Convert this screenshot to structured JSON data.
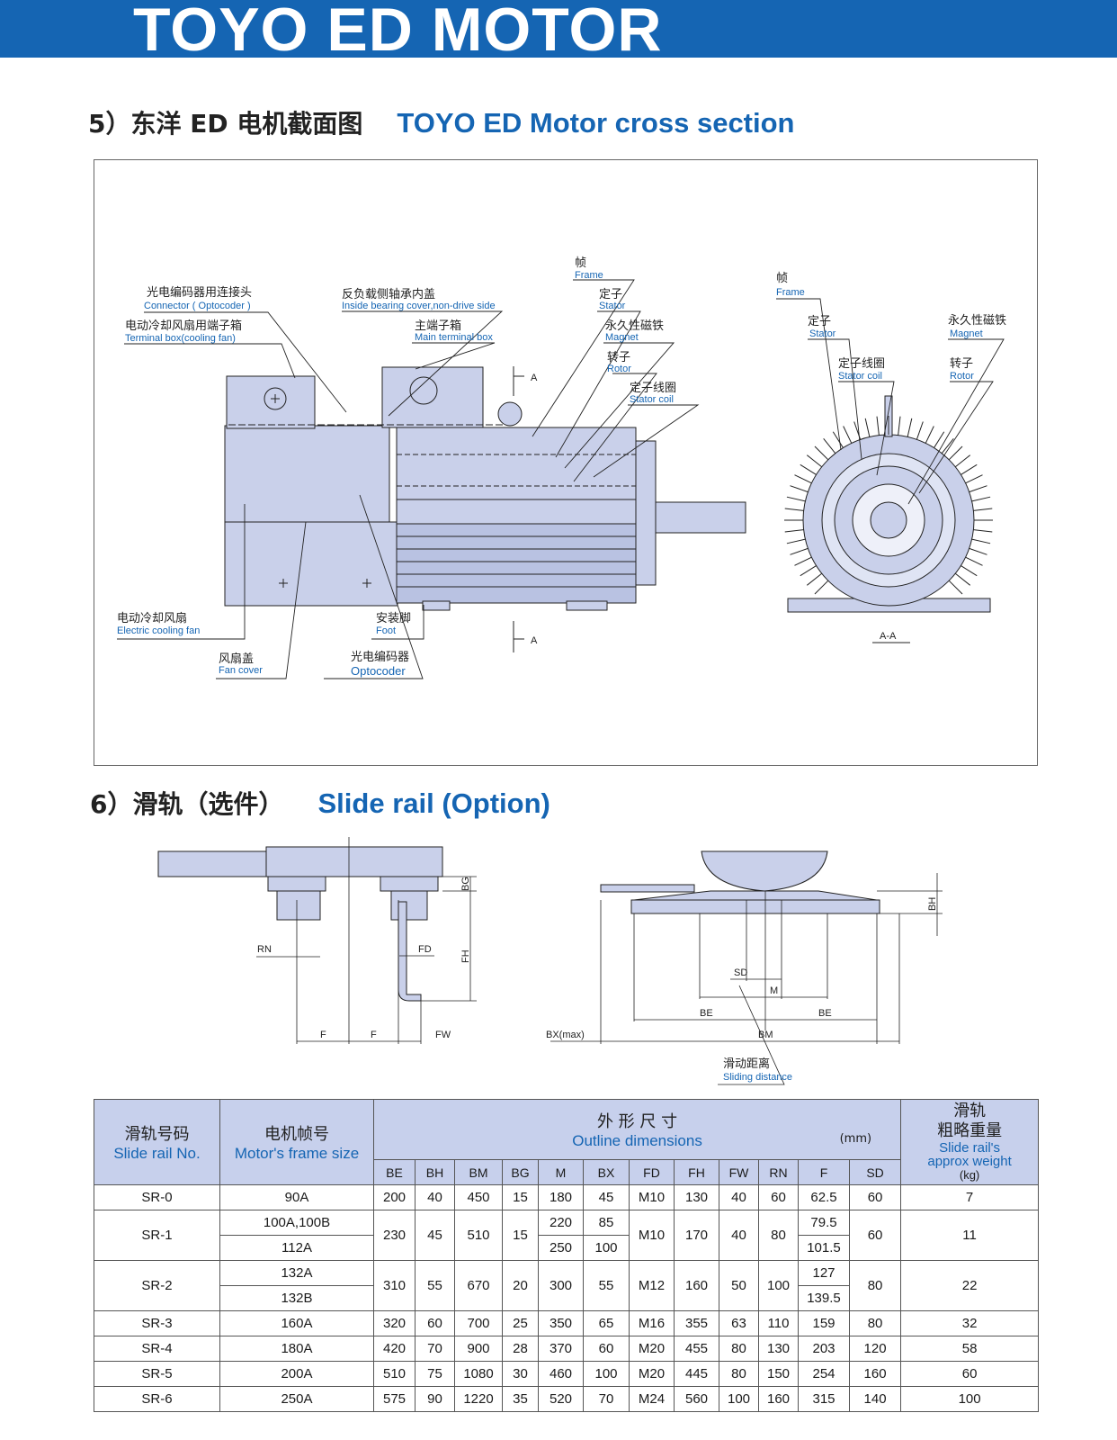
{
  "header": {
    "brand": "TOYO ED MOTOR"
  },
  "section5": {
    "number": "5）",
    "title_cn": "东洋 ED 电机截面图",
    "title_en": "TOYO ED Motor cross section",
    "labels": [
      {
        "cn": "光电编码器用连接头",
        "en": "Connector ( Optocoder )"
      },
      {
        "cn": "电动冷却风扇用端子箱",
        "en": "Terminal box(cooling fan)"
      },
      {
        "cn": "反负载侧轴承内盖",
        "en": "Inside bearing cover,non-drive side"
      },
      {
        "cn": "主端子箱",
        "en": "Main terminal box"
      },
      {
        "cn": "帧",
        "en": "Frame"
      },
      {
        "cn": "定子",
        "en": "Stator"
      },
      {
        "cn": "永久性磁铁",
        "en": "Magnet"
      },
      {
        "cn": "转子",
        "en": "Rotor"
      },
      {
        "cn": "定子线圈",
        "en": "Stator coil"
      },
      {
        "cn": "电动冷却风扇",
        "en": "Electric cooling fan"
      },
      {
        "cn": "安装脚",
        "en": "Foot"
      },
      {
        "cn": "风扇盖",
        "en": "Fan cover"
      },
      {
        "cn": "光电编码器",
        "en": "Optocoder"
      }
    ],
    "side_labels": [
      {
        "cn": "帧",
        "en": "Frame"
      },
      {
        "cn": "定子",
        "en": "Stator"
      },
      {
        "cn": "定子线圈",
        "en": "Stator coil"
      },
      {
        "cn": "永久性磁铁",
        "en": "Magnet"
      },
      {
        "cn": "转子",
        "en": "Rotor"
      }
    ],
    "section_mark": "A",
    "section_view": "A-A"
  },
  "section6": {
    "number": "6）",
    "title_cn": "滑轨（选件）",
    "title_en": "Slide rail (Option)",
    "dims_left": [
      "BG",
      "RN",
      "FD",
      "FH",
      "F",
      "F",
      "FW"
    ],
    "dims_right": [
      "BH",
      "SD",
      "M",
      "BE",
      "BE",
      "BX(max)",
      "BM"
    ],
    "sliding_cn": "滑动距离",
    "sliding_en": "Sliding distance"
  },
  "table": {
    "h_no_cn": "滑轨号码",
    "h_no_en": "Slide rail No.",
    "h_frame_cn": "电机帧号",
    "h_frame_en": "Motor's frame size",
    "h_dims_cn": "外  形  尺  寸",
    "h_dims_en": "Outline dimensions",
    "h_unit": "(mm)",
    "h_wt_cn1": "滑轨",
    "h_wt_cn2": "粗略重量",
    "h_wt_en1": "Slide rail's",
    "h_wt_en2": "approx weight",
    "h_wt_unit": "(kg)",
    "cols": [
      "BE",
      "BH",
      "BM",
      "BG",
      "M",
      "BX",
      "FD",
      "FH",
      "FW",
      "RN",
      "F",
      "SD"
    ],
    "rows": [
      {
        "no": "SR-0",
        "frame": "90A",
        "BE": "200",
        "BH": "40",
        "BM": "450",
        "BG": "15",
        "M": "180",
        "BX": "45",
        "FD": "M10",
        "FH": "130",
        "FW": "40",
        "RN": "60",
        "F": "62.5",
        "SD": "60",
        "wt": "7"
      },
      {
        "no": "SR-1",
        "frame1": "100A,100B",
        "frame2": "112A",
        "BE": "230",
        "BH": "45",
        "BM": "510",
        "BG": "15",
        "M1": "220",
        "M2": "250",
        "BX1": "85",
        "BX2": "100",
        "FD": "M10",
        "FH": "170",
        "FW": "40",
        "RN": "80",
        "F1": "79.5",
        "F2": "101.5",
        "SD": "60",
        "wt": "11"
      },
      {
        "no": "SR-2",
        "frame1": "132A",
        "frame2": "132B",
        "BE": "310",
        "BH": "55",
        "BM": "670",
        "BG": "20",
        "M": "300",
        "BX": "55",
        "FD": "M12",
        "FH": "160",
        "FW": "50",
        "RN": "100",
        "F1": "127",
        "F2": "139.5",
        "SD": "80",
        "wt": "22"
      },
      {
        "no": "SR-3",
        "frame": "160A",
        "BE": "320",
        "BH": "60",
        "BM": "700",
        "BG": "25",
        "M": "350",
        "BX": "65",
        "FD": "M16",
        "FH": "355",
        "FW": "63",
        "RN": "110",
        "F": "159",
        "SD": "80",
        "wt": "32"
      },
      {
        "no": "SR-4",
        "frame": "180A",
        "BE": "420",
        "BH": "70",
        "BM": "900",
        "BG": "28",
        "M": "370",
        "BX": "60",
        "FD": "M20",
        "FH": "455",
        "FW": "80",
        "RN": "130",
        "F": "203",
        "SD": "120",
        "wt": "58"
      },
      {
        "no": "SR-5",
        "frame": "200A",
        "BE": "510",
        "BH": "75",
        "BM": "1080",
        "BG": "30",
        "M": "460",
        "BX": "100",
        "FD": "M20",
        "FH": "445",
        "FW": "80",
        "RN": "150",
        "F": "254",
        "SD": "160",
        "wt": "60"
      },
      {
        "no": "SR-6",
        "frame": "250A",
        "BE": "575",
        "BH": "90",
        "BM": "1220",
        "BG": "35",
        "M": "520",
        "BX": "70",
        "FD": "M24",
        "FH": "560",
        "FW": "100",
        "RN": "160",
        "F": "315",
        "SD": "140",
        "wt": "100"
      }
    ]
  }
}
